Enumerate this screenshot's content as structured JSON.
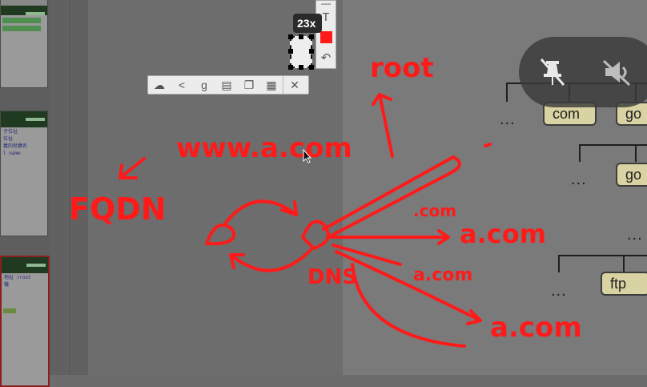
{
  "thumbnails": [
    {
      "lines": [
        "",
        ""
      ]
    },
    {
      "lines": [
        "子位址",
        "位址",
        "",
        "義的就擴名",
        "l name"
      ]
    },
    {
      "lines": [
        "地址 (root",
        "機"
      ]
    }
  ],
  "tree": {
    "nodes": {
      "com": "com",
      "go": "go",
      "go2": "go",
      "ftp": "ftp"
    },
    "ellipsis": "..."
  },
  "toolbar": {
    "icons": [
      "cloud-upload-icon",
      "share-icon",
      "google-icon",
      "print-icon",
      "copy-icon",
      "save-icon",
      "close-icon"
    ],
    "glyphs": [
      "☁",
      "<",
      "g",
      "▤",
      "❐",
      "▦",
      "✕"
    ]
  },
  "pen_toolbar": {
    "tools": [
      "line-tool-icon",
      "text-tool-icon",
      "color-swatch-icon",
      "undo-icon"
    ],
    "glyphs": [
      "—",
      "T",
      "",
      "↶"
    ],
    "color": "#ff1a1a"
  },
  "size_badge": "23x",
  "float_controls": {
    "icons": [
      "pin-off-icon",
      "mute-icon"
    ]
  },
  "annotations": {
    "color": "#ff1a1a",
    "words": {
      "root": "root",
      "www": "www.a.com",
      "fqdn": "FQDN",
      "dns": "DNS",
      "com1": ".com",
      "com2": "a.com",
      "com3": "a.com",
      "com4": "a.com"
    }
  }
}
